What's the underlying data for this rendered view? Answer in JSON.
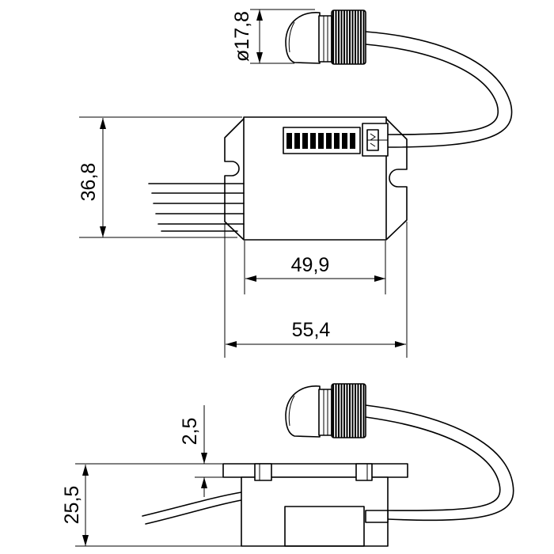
{
  "labels": {
    "diameter": "ø17,8",
    "body_height": "36,8",
    "body_width": "49,9",
    "overall_width": "55,4",
    "flange_thickness": "2,5",
    "overall_height": "25,5"
  },
  "colors": {
    "line": "#000000",
    "background": "#ffffff"
  }
}
